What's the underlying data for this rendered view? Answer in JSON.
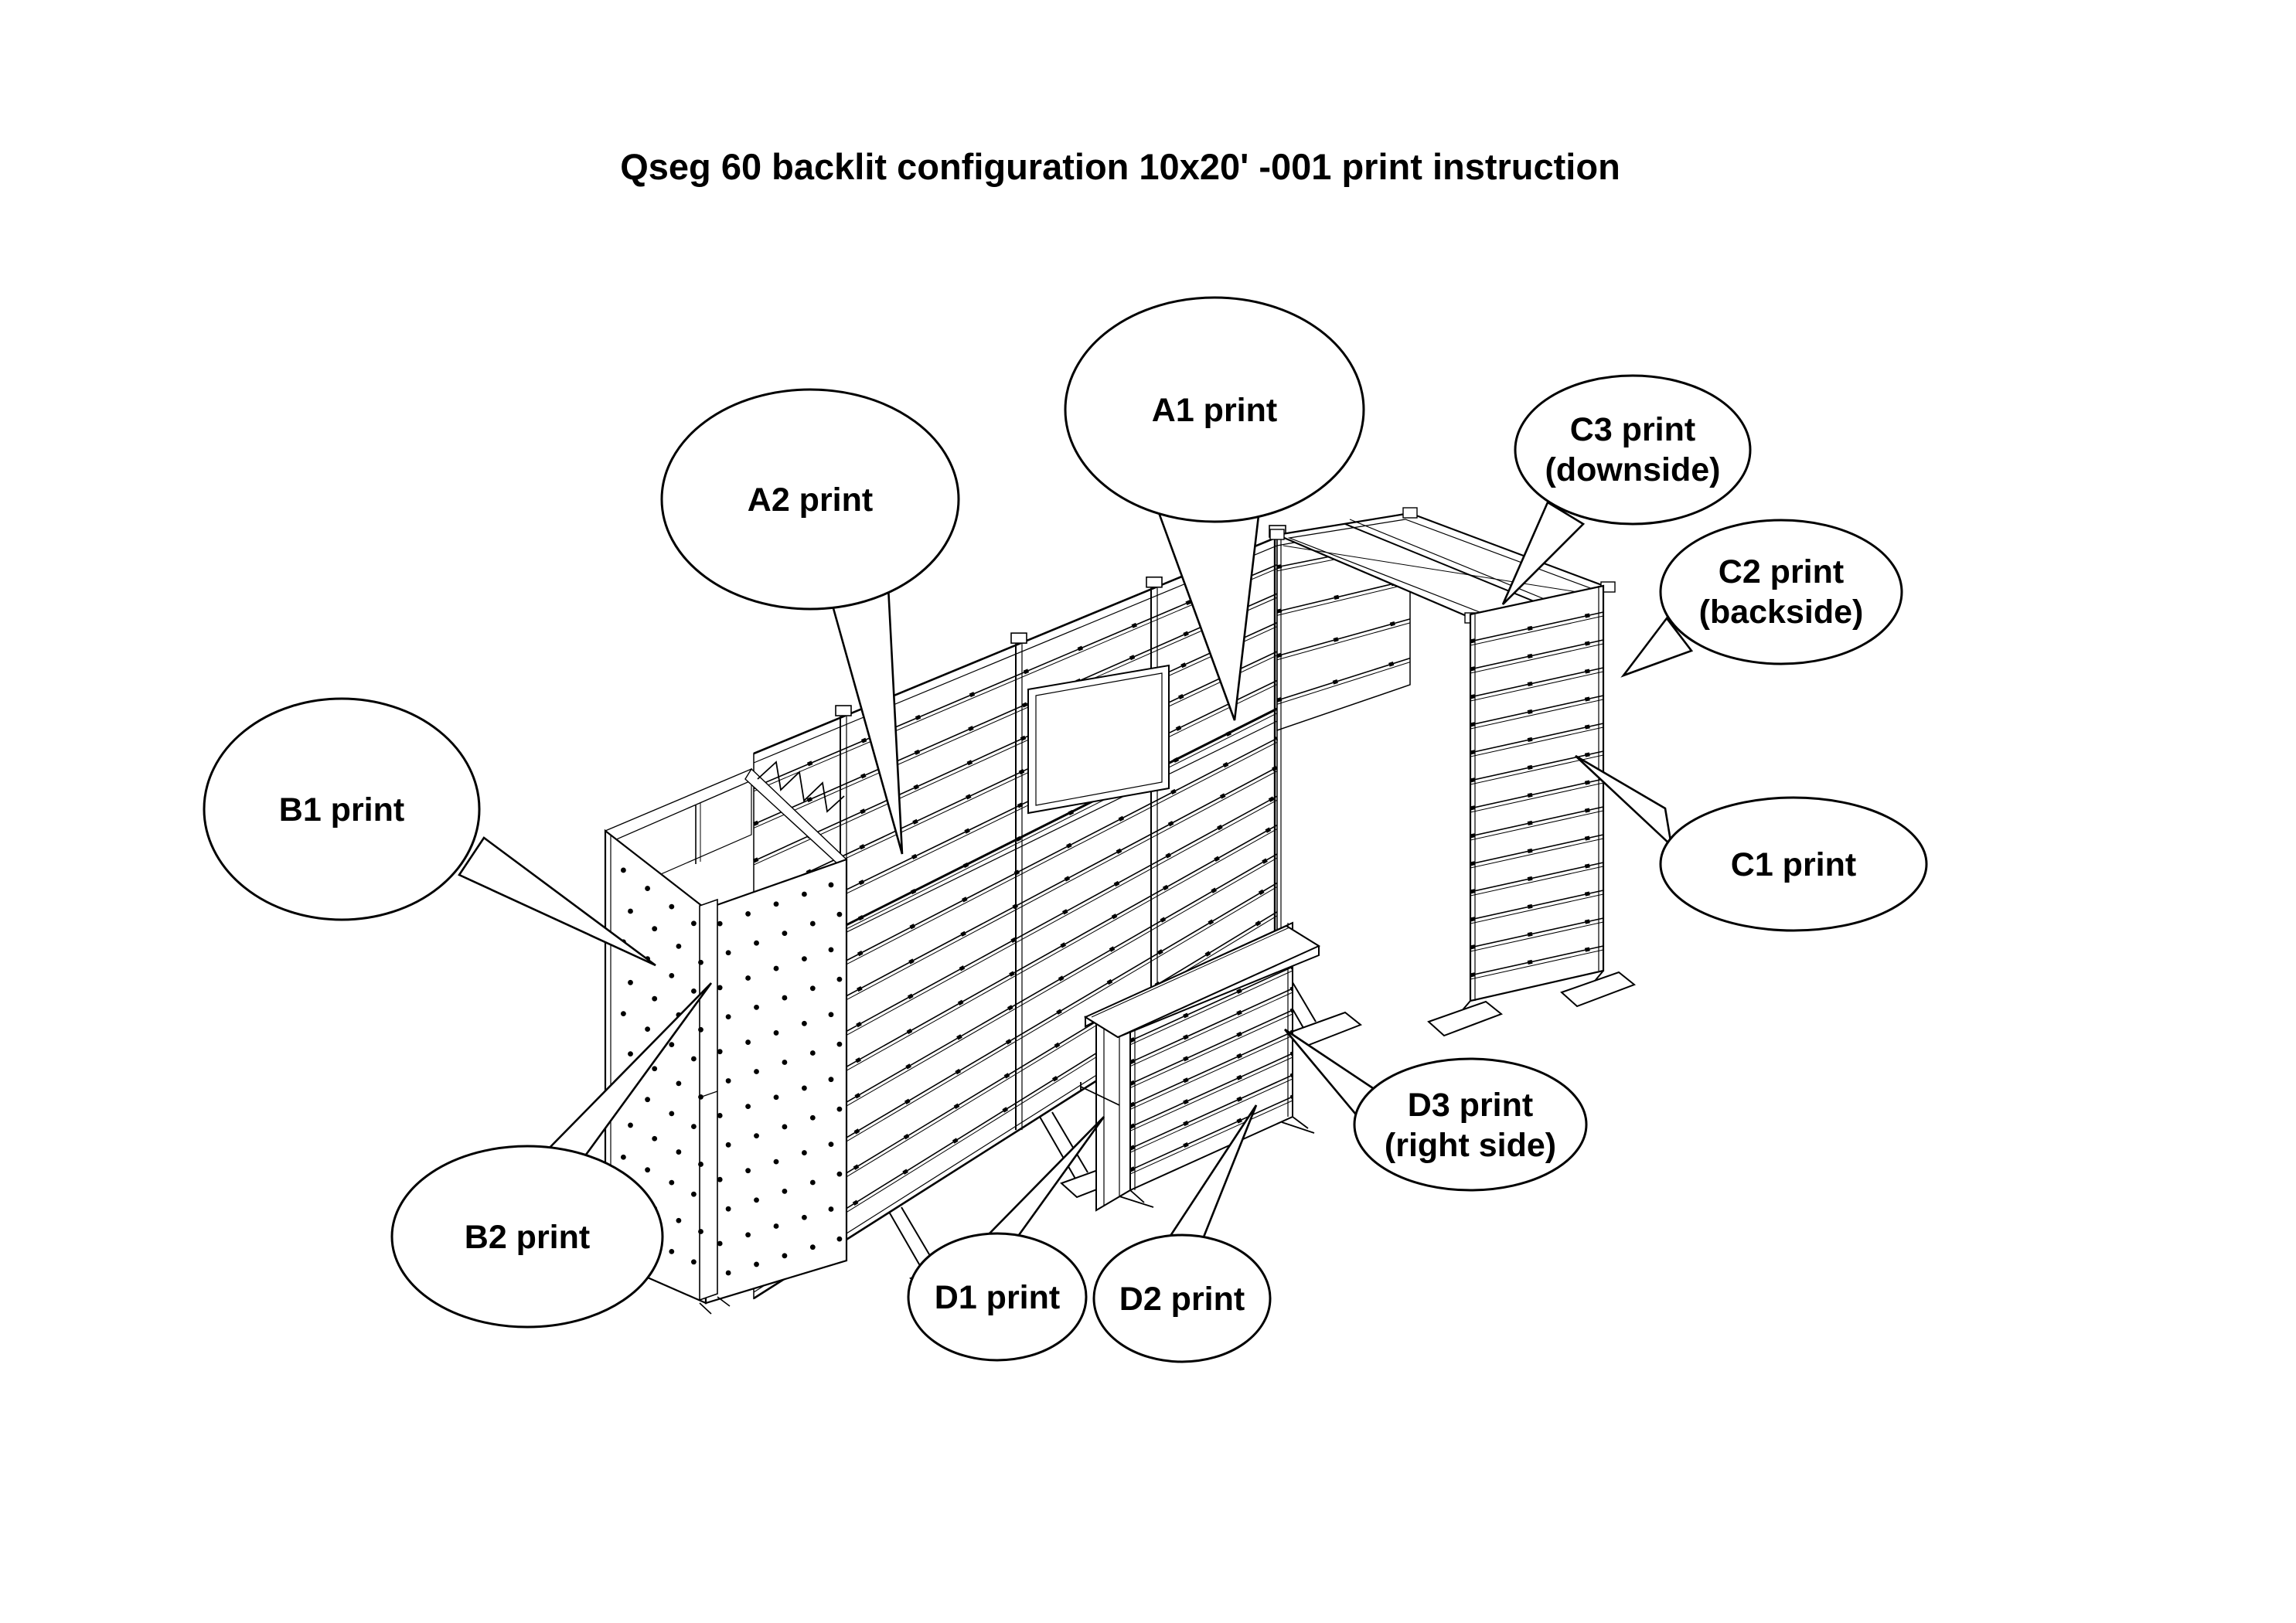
{
  "title": "Qseg 60 backlit configuration 10x20' -001 print instruction",
  "diagram": {
    "description": "isometric-booth-print-map",
    "bubbles": {
      "a1": {
        "label": "A1 print"
      },
      "a2": {
        "label": "A2 print"
      },
      "b1": {
        "label": "B1 print"
      },
      "b2": {
        "label": "B2 print"
      },
      "c1": {
        "label": "C1 print"
      },
      "c2": {
        "line1": "C2 print",
        "line2": "(backside)"
      },
      "c3": {
        "line1": "C3 print",
        "line2": "(downside)"
      },
      "d1": {
        "label": "D1 print"
      },
      "d2": {
        "label": "D2 print"
      },
      "d3": {
        "line1": "D3 print",
        "line2": "(right side)"
      }
    }
  }
}
